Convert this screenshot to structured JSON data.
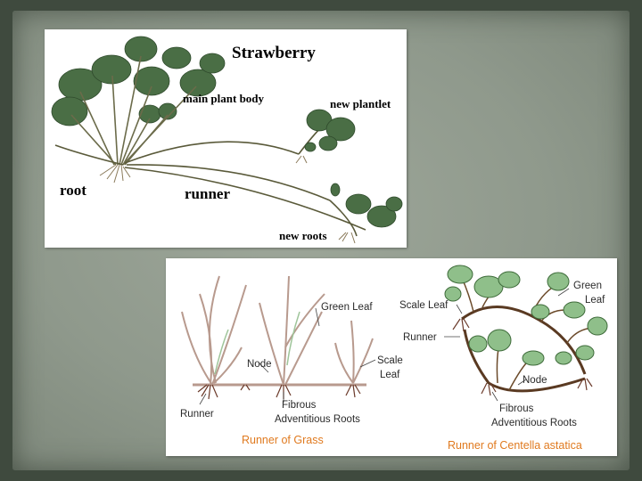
{
  "strawberry": {
    "title": "Strawberry",
    "labels": {
      "main_plant_body": "main plant body",
      "new_plantlet": "new plantlet",
      "root": "root",
      "runner": "runner",
      "new_roots": "new roots"
    }
  },
  "grass": {
    "labels": {
      "green_leaf": "Green Leaf",
      "node": "Node",
      "scale_leaf_1": "Scale",
      "scale_leaf_2": "Leaf",
      "runner": "Runner",
      "fibrous": "Fibrous",
      "adventitious_roots": "Adventitious Roots"
    },
    "caption": "Runner of Grass"
  },
  "centella": {
    "labels": {
      "green_leaf_1": "Green",
      "green_leaf_2": "Leaf",
      "scale_leaf": "Scale Leaf",
      "runner": "Runner",
      "node": "Node",
      "fibrous": "Fibrous",
      "adventitious_roots": "Adventitious Roots"
    },
    "caption": "Runner of Centella astatica"
  },
  "colors": {
    "caption": "#e07a1f",
    "leaf_dark": "#3e6b3a",
    "leaf_light": "#8fbf8a"
  }
}
